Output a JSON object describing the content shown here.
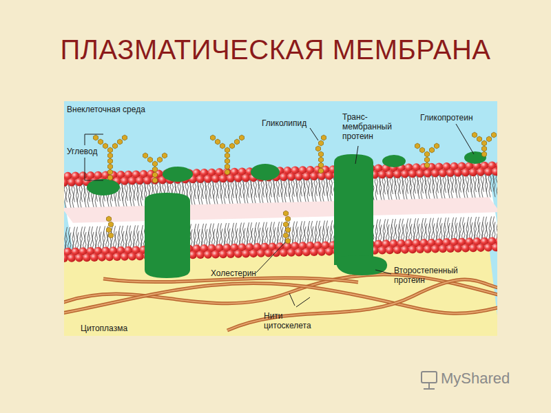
{
  "diagram": {
    "title": "ПЛАЗМАТИЧЕСКАЯ МЕМБРАНА",
    "labels": [
      "Внеклеточная среда",
      "Углевод",
      "Гликолипид",
      "Транс-мембранный протеин",
      "Гликопротеин",
      "Холестерин",
      "Второстепенный протеин",
      "Нити цитоскелета",
      "Цитоплазма",
      "MyShared"
    ]
  }
}
